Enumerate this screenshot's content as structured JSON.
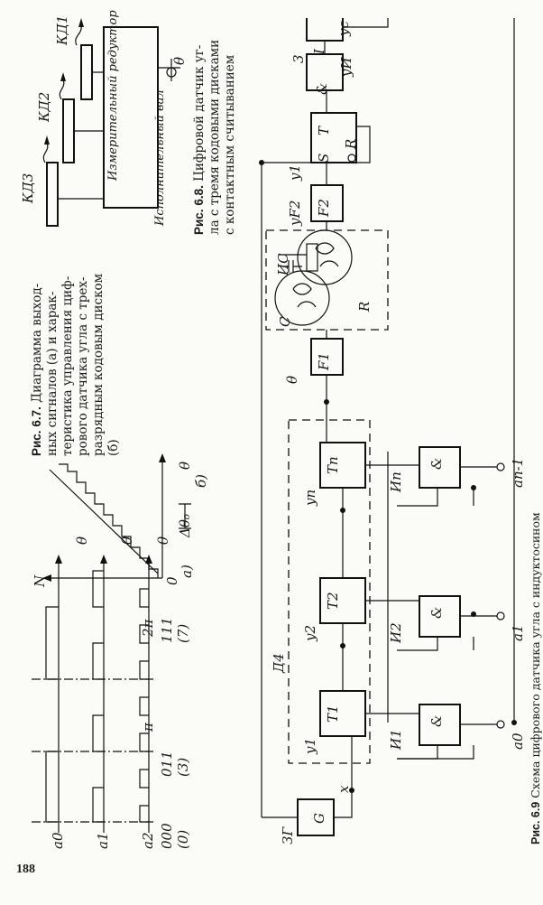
{
  "page_number": "188",
  "captions": {
    "fig_6_7": {
      "lead": "Рис. 6.7.",
      "lines": [
        "Диаграмма выход-",
        "ных сигналов (а) и харак-",
        "теристика управления циф-",
        "рового датчика угла с трех-",
        "разрядным кодовым диском",
        "(б)"
      ]
    },
    "fig_6_8": {
      "lead": "Рис. 6.8.",
      "lines": [
        "Цифровой датчик уг-",
        "ла с тремя кодовыми дисками",
        "с контактным считыванием"
      ]
    },
    "fig_6_9": {
      "lead": "Рис. 6.9",
      "text": "Схема цифрового датчика угла с индуктосином"
    }
  },
  "fig_6_7a": {
    "signals": [
      "a0",
      "a1",
      "a2"
    ],
    "theta": "θ",
    "ticks": [
      "π",
      "2π"
    ],
    "codes": [
      {
        "bits": "000",
        "num": "(0)"
      },
      {
        "bits": "011",
        "num": "(3)"
      },
      {
        "bits": "111",
        "num": "(7)"
      }
    ],
    "panel": "а)"
  },
  "fig_6_7b": {
    "y_axis": "N",
    "x_axis": "θ",
    "origin": "0",
    "step": "Δθ₀",
    "panel": "б)"
  },
  "fig_6_8": {
    "kd1": "КД1",
    "kd2": "КД2",
    "kd3": "КД3",
    "reducer": "Измерительный редуктор",
    "shaft": "Исполнительный вал",
    "theta": "θ"
  },
  "fig_6_9": {
    "zg": "ЗГ",
    "g": "G",
    "x": "x",
    "d4": "Д4",
    "triggers": [
      "T1",
      "T2",
      "Tn"
    ],
    "y_outs": [
      "y1",
      "y2",
      "yn"
    ],
    "ands": [
      "И1",
      "И2",
      "Иn"
    ],
    "and_sym": "&",
    "a_outs": [
      "a0",
      "a1",
      "an-1"
    ],
    "f1": "F1",
    "f2": "F2",
    "is": "ИС",
    "c": "C",
    "r": "R",
    "theta": "θ",
    "yf2": "yF2",
    "y1": "y1",
    "s": "S",
    "t": "T",
    "r_in": "R",
    "yi": "yИ",
    "yc": "yc",
    "block3": "3",
    "integ": "I"
  }
}
